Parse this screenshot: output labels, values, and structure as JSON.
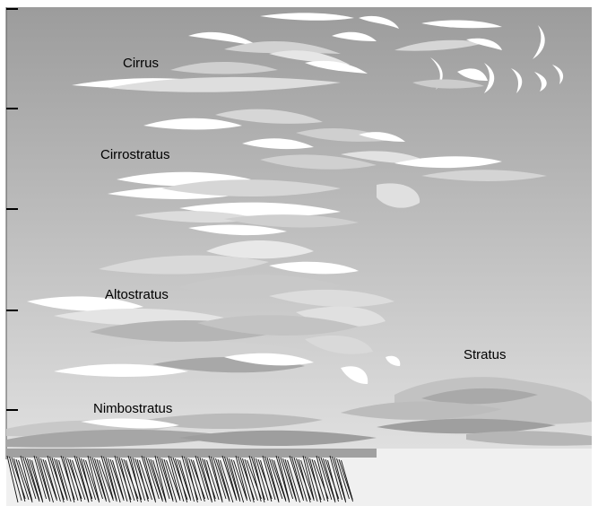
{
  "labels": {
    "cirrus": "Cirrus",
    "cirrostratus": "Cirrostratus",
    "altostratus": "Altostratus",
    "nimbostratus": "Nimbostratus",
    "stratus": "Stratus"
  },
  "colors": {
    "sky_top": "#9a9a9a",
    "sky_bottom": "#e6e6e6",
    "ground": "#f2f2f2",
    "cloud_white": "#ffffff",
    "cloud_light": "#d9d9d9",
    "cloud_mid": "#c4c4c4",
    "cloud_dark": "#a9a9a9",
    "rain": "#111111",
    "tick": "#000000"
  }
}
